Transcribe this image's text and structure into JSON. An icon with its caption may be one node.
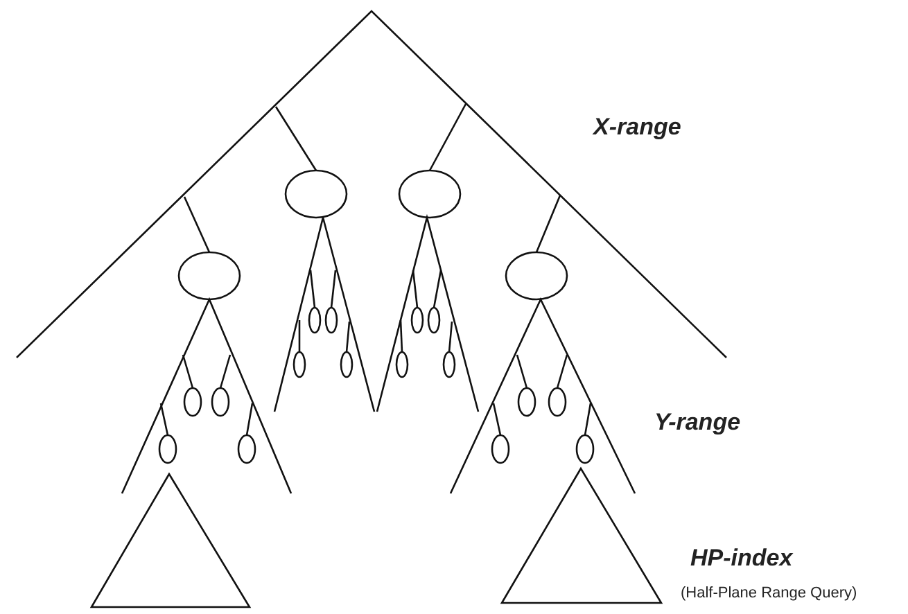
{
  "diagram": {
    "labels": [
      "X-range",
      "Y-range",
      "HP-index",
      "(Half-Plane Range Query)"
    ]
  }
}
